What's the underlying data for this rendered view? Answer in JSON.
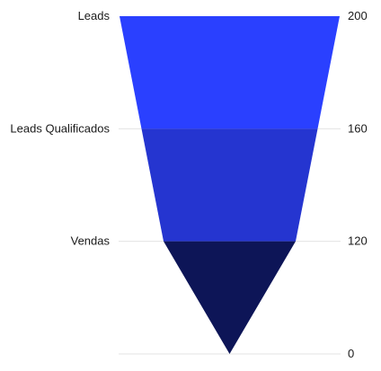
{
  "chart_data": {
    "type": "funnel",
    "categories": [
      "Leads",
      "Leads Qualificados",
      "Vendas"
    ],
    "values": [
      200,
      160,
      120
    ],
    "value_labels": [
      "200",
      "160",
      "120",
      "0"
    ],
    "ylim": [
      0,
      200
    ],
    "grid": true,
    "colors": [
      "#2a40ff",
      "#2535d0",
      "#0d1557"
    ]
  }
}
